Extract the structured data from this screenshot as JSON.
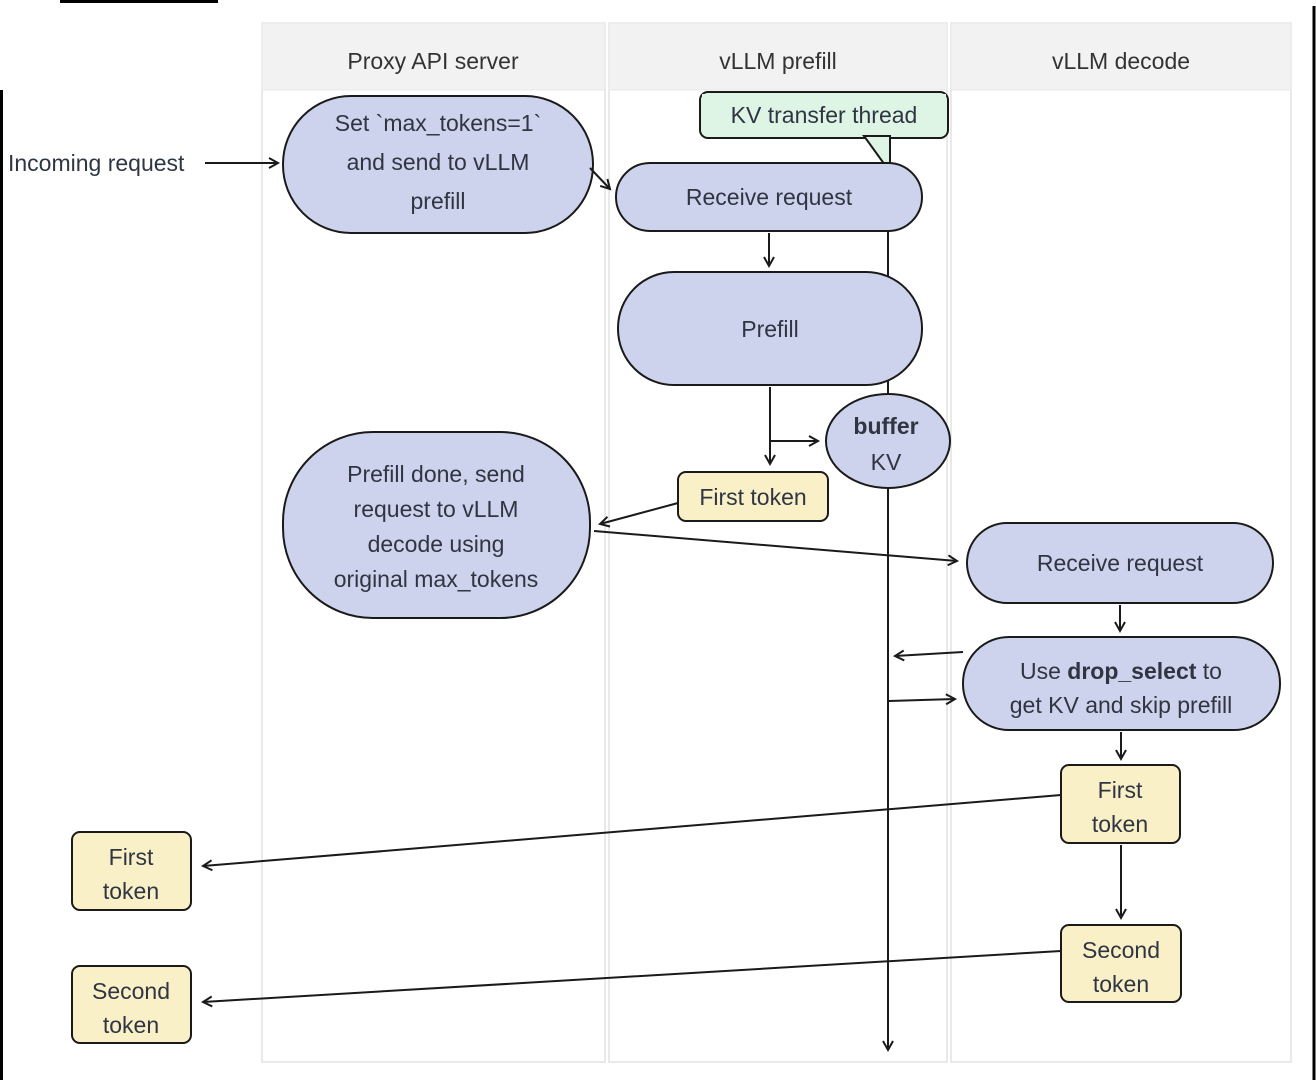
{
  "lanes": [
    {
      "label": "Proxy API server"
    },
    {
      "label": "vLLM prefill"
    },
    {
      "label": "vLLM decode"
    }
  ],
  "labels": {
    "incoming_request": "Incoming request"
  },
  "nodes": {
    "proxy_set": {
      "lines": [
        "Set `max_tokens=1`",
        "and send to vLLM",
        "prefill"
      ]
    },
    "kv_thread": {
      "label": "KV transfer thread"
    },
    "prefill_receive": {
      "label": "Receive request"
    },
    "prefill": {
      "label": "Prefill"
    },
    "buffer_kv": {
      "line1": "buffer",
      "line2": "KV"
    },
    "first_token_prefill": {
      "label": "First token"
    },
    "prefill_done": {
      "lines": [
        "Prefill done, send",
        "request to vLLM",
        "decode using",
        "original max_tokens"
      ]
    },
    "decode_receive": {
      "label": "Receive request"
    },
    "drop_select": {
      "line1_pre": "Use ",
      "line1_bold": "drop_select",
      "line1_post": " to",
      "line2": "get KV and skip prefill"
    },
    "first_token_decode": {
      "lines": [
        "First",
        "token"
      ]
    },
    "second_token_decode": {
      "lines": [
        "Second",
        "token"
      ]
    },
    "first_token_out": {
      "lines": [
        "First",
        "token"
      ]
    },
    "second_token_out": {
      "lines": [
        "Second",
        "token"
      ]
    }
  },
  "colors": {
    "node_fill": "#cdd3ec",
    "node_stroke": "#1a1a1a",
    "token_fill": "#faf0c8",
    "thread_fill": "#def5e5",
    "lane_header_bg": "#f2f2f2",
    "lane_border": "#e2e2e2",
    "text": "#2f3542"
  }
}
